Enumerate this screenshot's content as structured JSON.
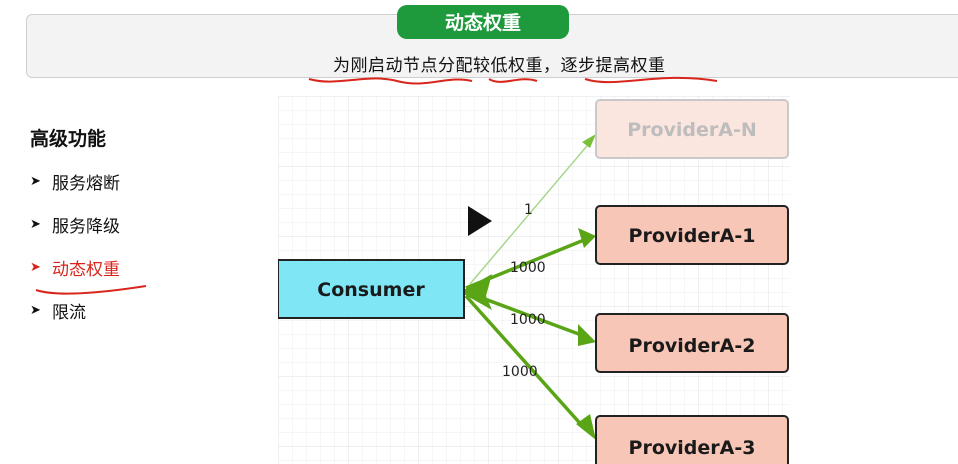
{
  "header": {
    "title": "动态权重",
    "subtitle": "为刚启动节点分配较低权重，逐步提高权重"
  },
  "sidebar": {
    "heading": "高级功能",
    "items": [
      {
        "label": "服务熔断",
        "active": false
      },
      {
        "label": "服务降级",
        "active": false
      },
      {
        "label": "动态权重",
        "active": true
      },
      {
        "label": "限流",
        "active": false
      }
    ]
  },
  "diagram": {
    "consumer": "Consumer",
    "providers": [
      {
        "label": "ProviderA-N",
        "weight": "1",
        "faded": true
      },
      {
        "label": "ProviderA-1",
        "weight": "1000",
        "faded": false
      },
      {
        "label": "ProviderA-2",
        "weight": "1000",
        "faded": false
      },
      {
        "label": "ProviderA-3",
        "weight": "1000",
        "faded": false
      }
    ]
  },
  "colors": {
    "accent_green": "#1e9a3c",
    "arrow_green": "#5aa516",
    "consumer_fill": "#7fe6f5",
    "provider_fill": "#f7c6b6",
    "annotation_red": "#d9261c"
  },
  "icons": [
    "play-icon",
    "menu-arrow-icon"
  ]
}
